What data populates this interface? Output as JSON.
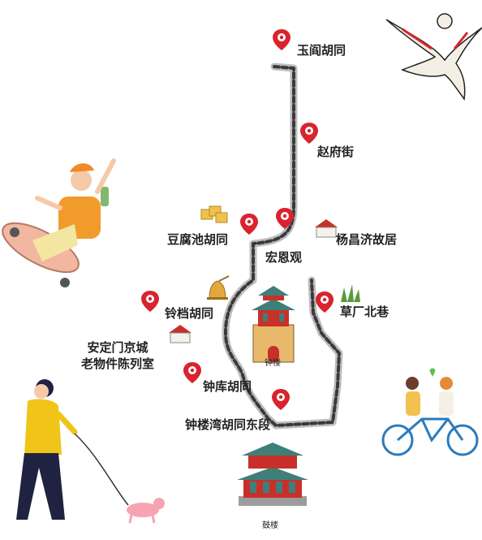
{
  "locations": [
    {
      "id": "yuyan",
      "label": "玉阎胡同"
    },
    {
      "id": "zhaofu",
      "label": "赵府街"
    },
    {
      "id": "doufuchi",
      "label": "豆腐池胡同"
    },
    {
      "id": "hongen",
      "label": "宏恩观"
    },
    {
      "id": "yangchangji",
      "label": "杨昌济故居"
    },
    {
      "id": "lingdang",
      "label": "铃档胡同"
    },
    {
      "id": "caochang",
      "label": "草厂北巷"
    },
    {
      "id": "andingmen_1",
      "label": "安定门京城"
    },
    {
      "id": "andingmen_2",
      "label": "老物件陈列室"
    },
    {
      "id": "zhongku",
      "label": "钟库胡同"
    },
    {
      "id": "zhonglouwan",
      "label": "钟楼湾胡同东段"
    }
  ],
  "landmarks": {
    "bell_tower": "钟楼",
    "drum_tower": "鼓楼"
  },
  "colors": {
    "pin_red": "#d9232e",
    "route": "#3a3a3a",
    "tower_red": "#c8302a",
    "roof_teal": "#3f7f7a",
    "wall_gold": "#e8b86b"
  }
}
